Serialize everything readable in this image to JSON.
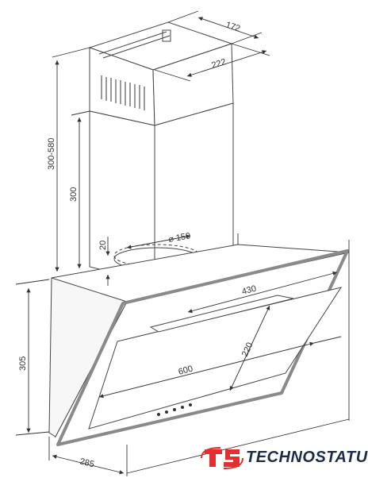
{
  "dimensions": {
    "chimney_depth": "172",
    "chimney_width": "222",
    "total_height": "300-580",
    "chimney_height": "300",
    "offset": "20",
    "duct_diameter": "⌀ 150",
    "top_width": "430",
    "glass_height": "220",
    "glass_width": "600",
    "body_height": "305",
    "body_depth": "285"
  },
  "brand": {
    "name": "TECHNOSTATUS",
    "logo_letters": "TS",
    "colors": {
      "logo": "#e2302e",
      "text": "#1c2b46"
    }
  },
  "colors": {
    "line": "#444444",
    "frame": "#8a8a8a",
    "dim_line": "#333333"
  }
}
